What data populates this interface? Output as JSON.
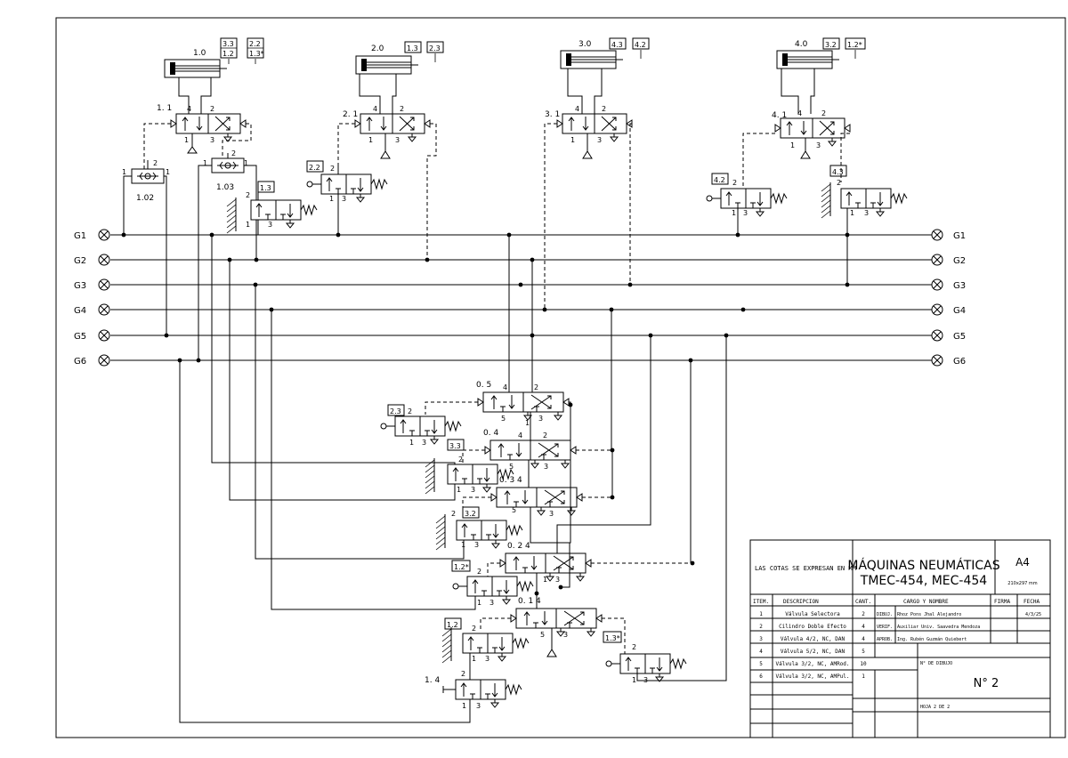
{
  "lines": [
    {
      "id": "G1",
      "label": "G1"
    },
    {
      "id": "G2",
      "label": "G2"
    },
    {
      "id": "G3",
      "label": "G3"
    },
    {
      "id": "G4",
      "label": "G4"
    },
    {
      "id": "G5",
      "label": "G5"
    },
    {
      "id": "G6",
      "label": "G6"
    }
  ],
  "cylinders": [
    {
      "label": "1.0",
      "ref_top": "3.3",
      "ref_mid": "1.2",
      "ref2_top": "2.2",
      "ref2_mid": "1.3*"
    },
    {
      "label": "2.0",
      "ref_top": "1.3",
      "ref2_top": "2.3"
    },
    {
      "label": "3.0",
      "ref_top": "4.3",
      "ref2_top": "4.2"
    },
    {
      "label": "4.0",
      "ref_top": "3.2",
      "ref2_top": "1.2*"
    }
  ],
  "valves": {
    "v11": "1. 1",
    "v21": "2. 1",
    "v31": "3. 1",
    "v41": "4. 1",
    "v102": "1.02",
    "v103": "1.03",
    "v05": "0. 5",
    "v04": "0. 4",
    "v034": "0. 3 4",
    "v024": "0. 2 4",
    "v014": "0. 1 4",
    "v14": "1. 4"
  },
  "refs": {
    "r22": "2.2",
    "r13": "1.3",
    "r42": "4.2",
    "r43": "4.3",
    "r23": "2.3",
    "r33": "3.3",
    "r32": "3.2",
    "r12s": "1.2*",
    "r12": "1.2",
    "r13s": "1.3*"
  },
  "ports": {
    "p1": "1",
    "p2": "2",
    "p3": "3",
    "p4": "4",
    "p5": "5"
  },
  "title_block": {
    "note": "LAS COTAS SE EXPRESAN EN MM",
    "title1": "MÁQUINAS NEUMÁTICAS",
    "title2": "TMEC-454, MEC-454",
    "format": "A4",
    "format_size": "210x297 mm",
    "col_item": "ITEM.",
    "col_desc": "DESCRIPCION",
    "col_qty": "CANT.",
    "col_role": "CARGO Y NOMBRE",
    "col_sign": "FIRMA",
    "col_date": "FECHA",
    "items": [
      {
        "item": "1",
        "desc": "Válvula Selectora",
        "qty": "2"
      },
      {
        "item": "2",
        "desc": "Cilindro Doble Efecto",
        "qty": "4"
      },
      {
        "item": "3",
        "desc": "Válvula 4/2, NC, DAN",
        "qty": "4"
      },
      {
        "item": "4",
        "desc": "Válvula 5/2, NC, DAN",
        "qty": "5"
      },
      {
        "item": "5",
        "desc": "Válvula 3/2, NC, AMRod.",
        "qty": "10"
      },
      {
        "item": "6",
        "desc": "Válvula 3/2, NC, AMPul.",
        "qty": "1"
      }
    ],
    "roles": [
      {
        "role": "DIBUJ.",
        "name": "Rhoz Pons Jhal Alejandro",
        "date": "4/3/25"
      },
      {
        "role": "VERIF.",
        "name": "Auxiliar Univ. Saavedra Mendoza",
        "date": ""
      },
      {
        "role": "APROB.",
        "name": "Ing. Rubén Guzmán Quiebert",
        "date": ""
      }
    ],
    "drawing_no_label": "N° DE DIBUJO",
    "drawing_no": "N° 2",
    "sheet": "HOJA 2 DE 2"
  }
}
